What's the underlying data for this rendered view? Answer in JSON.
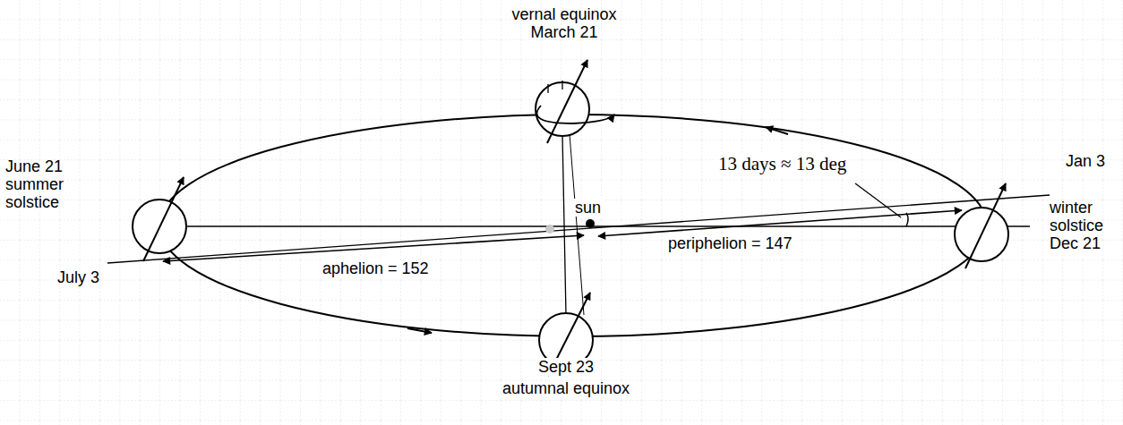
{
  "diagram": {
    "labels": [
      "vernal equinox March 21",
      "June 21 summer solstice",
      "July 3",
      "sun",
      "aphelion = 152",
      "13 days ≈ 13 deg",
      "periphelion = 147",
      "Jan 3",
      "winter solstice Dec 21",
      "Sept 23",
      "autumnal equinox"
    ]
  }
}
